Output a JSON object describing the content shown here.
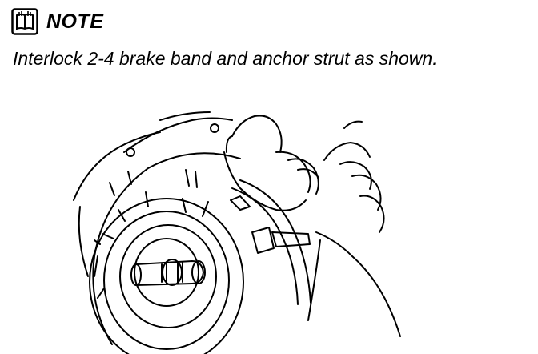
{
  "note": {
    "title": "NOTE",
    "text": "Interlock 2-4 brake band and anchor strut as shown."
  },
  "icons": {
    "note_icon": "book-hand-icon"
  },
  "illustration": {
    "subject": "transmission-drum-with-hands-installing-brake-band"
  }
}
